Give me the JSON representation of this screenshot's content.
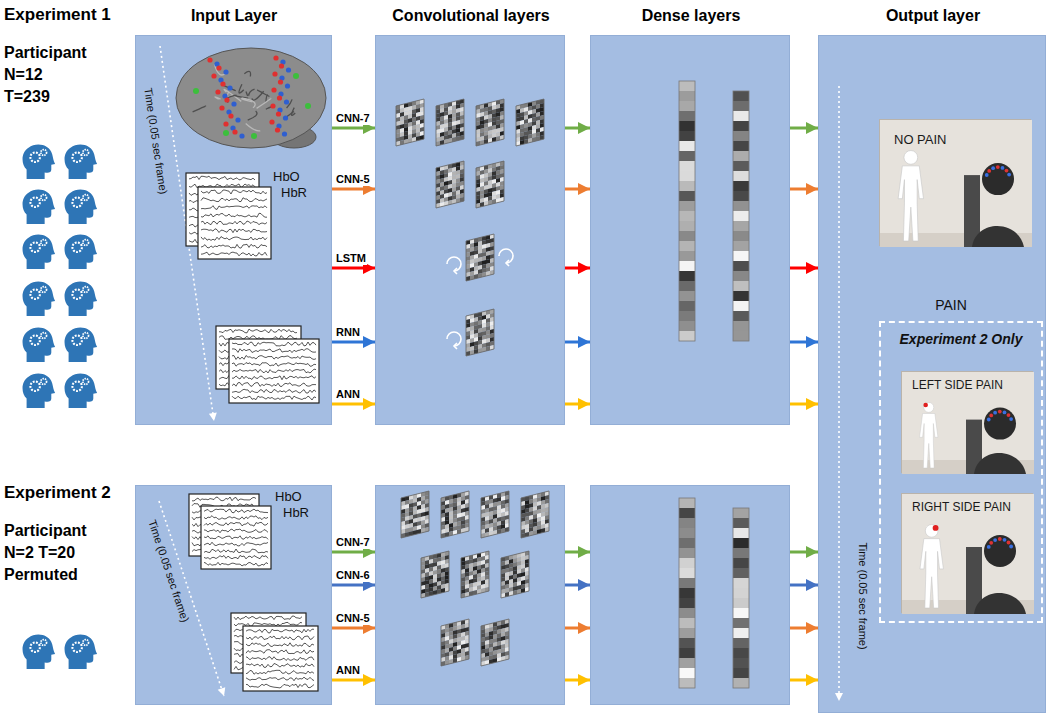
{
  "diagram": {
    "nodes": [
      {
        "text": [
          "Input Layer",
          "HbO",
          "HbR",
          "Time (0.05 sec frame)"
        ]
      },
      {
        "text": [
          "Convolutional layers"
        ]
      },
      {
        "text": [
          "Dense layers"
        ]
      },
      {
        "text": [
          "Output layer",
          "Time (0.05 sec frame)"
        ]
      },
      {
        "text": [
          "NO PAIN"
        ],
        "in": 3
      },
      {
        "text": [
          "PAIN",
          "Experiment 2 Only"
        ],
        "in": 3
      },
      {
        "text": [
          "LEFT SIDE PAIN"
        ],
        "in": 5
      },
      {
        "text": [
          "RIGHT SIDE PAIN"
        ],
        "in": 5
      },
      {
        "text": [
          "HbO",
          "HbR",
          "Time (0.05 sec frame)"
        ]
      },
      {
        "text": []
      },
      {
        "text": []
      }
    ],
    "edges": [
      {
        "from": 0,
        "to": 1,
        "label": "CNN-7",
        "arrow": "to"
      },
      {
        "from": 0,
        "to": 1,
        "label": "CNN-5",
        "arrow": "to"
      },
      {
        "from": 0,
        "to": 1,
        "label": "LSTM",
        "arrow": "to"
      },
      {
        "from": 0,
        "to": 1,
        "label": "RNN",
        "arrow": "to"
      },
      {
        "from": 0,
        "to": 1,
        "label": "ANN",
        "arrow": "to"
      },
      {
        "from": 1,
        "to": 2,
        "arrow": "to"
      },
      {
        "from": 1,
        "to": 2,
        "arrow": "to"
      },
      {
        "from": 1,
        "to": 2,
        "arrow": "to"
      },
      {
        "from": 1,
        "to": 2,
        "arrow": "to"
      },
      {
        "from": 1,
        "to": 2,
        "arrow": "to"
      },
      {
        "from": 2,
        "to": 3,
        "arrow": "to"
      },
      {
        "from": 2,
        "to": 3,
        "arrow": "to"
      },
      {
        "from": 2,
        "to": 3,
        "arrow": "to"
      },
      {
        "from": 2,
        "to": 3,
        "arrow": "to"
      },
      {
        "from": 2,
        "to": 3,
        "arrow": "to"
      },
      {
        "from": 8,
        "to": 9,
        "label": "CNN-7",
        "arrow": "to"
      },
      {
        "from": 8,
        "to": 9,
        "label": "CNN-6",
        "arrow": "to"
      },
      {
        "from": 8,
        "to": 9,
        "label": "CNN-5",
        "arrow": "to"
      },
      {
        "from": 8,
        "to": 9,
        "label": "ANN",
        "arrow": "to"
      },
      {
        "from": 9,
        "to": 10,
        "arrow": "to"
      },
      {
        "from": 9,
        "to": 10,
        "arrow": "to"
      },
      {
        "from": 9,
        "to": 10,
        "arrow": "to"
      },
      {
        "from": 9,
        "to": 10,
        "arrow": "to"
      },
      {
        "from": 10,
        "to": 3,
        "arrow": "to"
      },
      {
        "from": 10,
        "to": 3,
        "arrow": "to"
      },
      {
        "from": 10,
        "to": 3,
        "arrow": "to"
      },
      {
        "from": 10,
        "to": 3,
        "arrow": "to"
      }
    ],
    "labels": [
      "Experiment 1",
      "Participant N=12 T=239",
      "Experiment 2",
      "Participant N=2 T=20 Permuted"
    ]
  }
}
